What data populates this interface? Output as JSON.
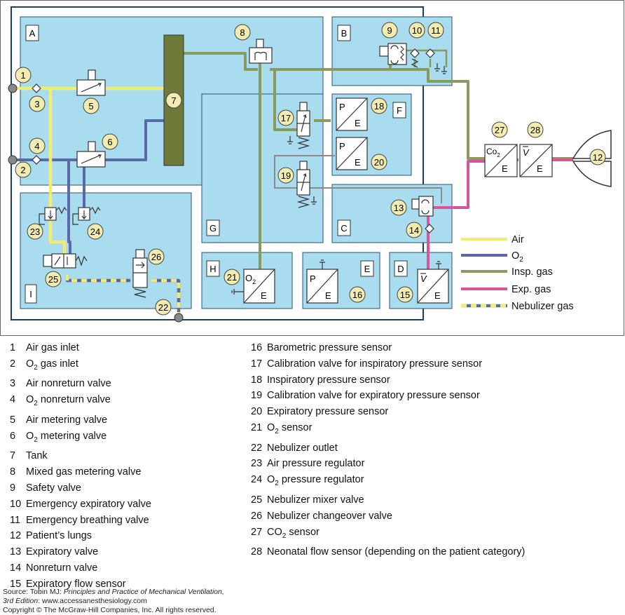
{
  "diagram": {
    "sections": {
      "A": "A",
      "B": "B",
      "C": "C",
      "D": "D",
      "E": "E",
      "F": "F",
      "G": "G",
      "H": "H",
      "I": "I"
    },
    "component_numbers": [
      "1",
      "2",
      "3",
      "4",
      "5",
      "6",
      "7",
      "8",
      "9",
      "10",
      "11",
      "12",
      "13",
      "14",
      "15",
      "16",
      "17",
      "18",
      "19",
      "20",
      "21",
      "22",
      "23",
      "24",
      "25",
      "26",
      "27",
      "28"
    ],
    "sensor_labels": {
      "p": "P",
      "e": "E",
      "o2_main": "O",
      "o2_sub": "2",
      "co_main": "Co",
      "co_sub": "2",
      "v": "V"
    },
    "colors": {
      "air": "#f4ec6c",
      "o2": "#5a6aa8",
      "insp": "#8a9a5b",
      "exp": "#d9559b",
      "box_fill": "#a9dcef",
      "tank": "#6d7a3a",
      "callout_fill": "#f3ecb0"
    }
  },
  "key": {
    "air": "Air",
    "o2_main": "O",
    "o2_sub": "2",
    "insp": "Insp. gas",
    "exp": "Exp. gas",
    "neb": "Nebulizer gas"
  },
  "legend_left": [
    {
      "num": "1",
      "text": "Air gas inlet"
    },
    {
      "num": "2",
      "text": "O",
      "sub": "2",
      "rest": " gas inlet"
    },
    {
      "num": "3",
      "text": "Air nonreturn valve"
    },
    {
      "num": "4",
      "text": "O",
      "sub": "2",
      "rest": " nonreturn valve"
    },
    {
      "num": "5",
      "text": "Air metering valve"
    },
    {
      "num": "6",
      "text": "O",
      "sub": "2",
      "rest": " metering valve"
    },
    {
      "num": "7",
      "text": "Tank"
    },
    {
      "num": "8",
      "text": "Mixed gas metering valve"
    },
    {
      "num": "9",
      "text": "Safety valve"
    },
    {
      "num": "10",
      "text": "Emergency expiratory valve"
    },
    {
      "num": "11",
      "text": "Emergency breathing valve"
    },
    {
      "num": "12",
      "text": "Patient’s lungs"
    },
    {
      "num": "13",
      "text": "Expiratory valve"
    },
    {
      "num": "14",
      "text": "Nonreturn valve"
    },
    {
      "num": "15",
      "text": "Expiratory flow sensor"
    }
  ],
  "legend_right": [
    {
      "num": "16",
      "text": "Barometric pressure sensor"
    },
    {
      "num": "17",
      "text": "Calibration valve for inspiratory pressure sensor"
    },
    {
      "num": "18",
      "text": "Inspiratory pressure sensor"
    },
    {
      "num": "19",
      "text": "Calibration valve for expiratory pressure sensor"
    },
    {
      "num": "20",
      "text": "Expiratory pressure sensor"
    },
    {
      "num": "21",
      "text": "O",
      "sub": "2",
      "rest": " sensor"
    },
    {
      "num": "22",
      "text": "Nebulizer outlet"
    },
    {
      "num": "23",
      "text": "Air pressure regulator"
    },
    {
      "num": "24",
      "text": "O",
      "sub": "2",
      "rest": " pressure regulator"
    },
    {
      "num": "25",
      "text": "Nebulizer mixer valve"
    },
    {
      "num": "26",
      "text": "Nebulizer changeover valve"
    },
    {
      "num": "27",
      "text": "CO",
      "sub": "2",
      "rest": " sensor"
    },
    {
      "num": "28",
      "text": "Neonatal flow sensor (depending on the patient category)"
    }
  ],
  "source": {
    "prefix": "Source: Tobin MJ: ",
    "title": "Principles and Practice of Mechanical Ventilation,",
    "edition": "3rd Edition",
    "site": ": www.accessanesthesiology.com",
    "copyright": "Copyright © The McGraw-Hill Companies, Inc. All rights reserved."
  }
}
